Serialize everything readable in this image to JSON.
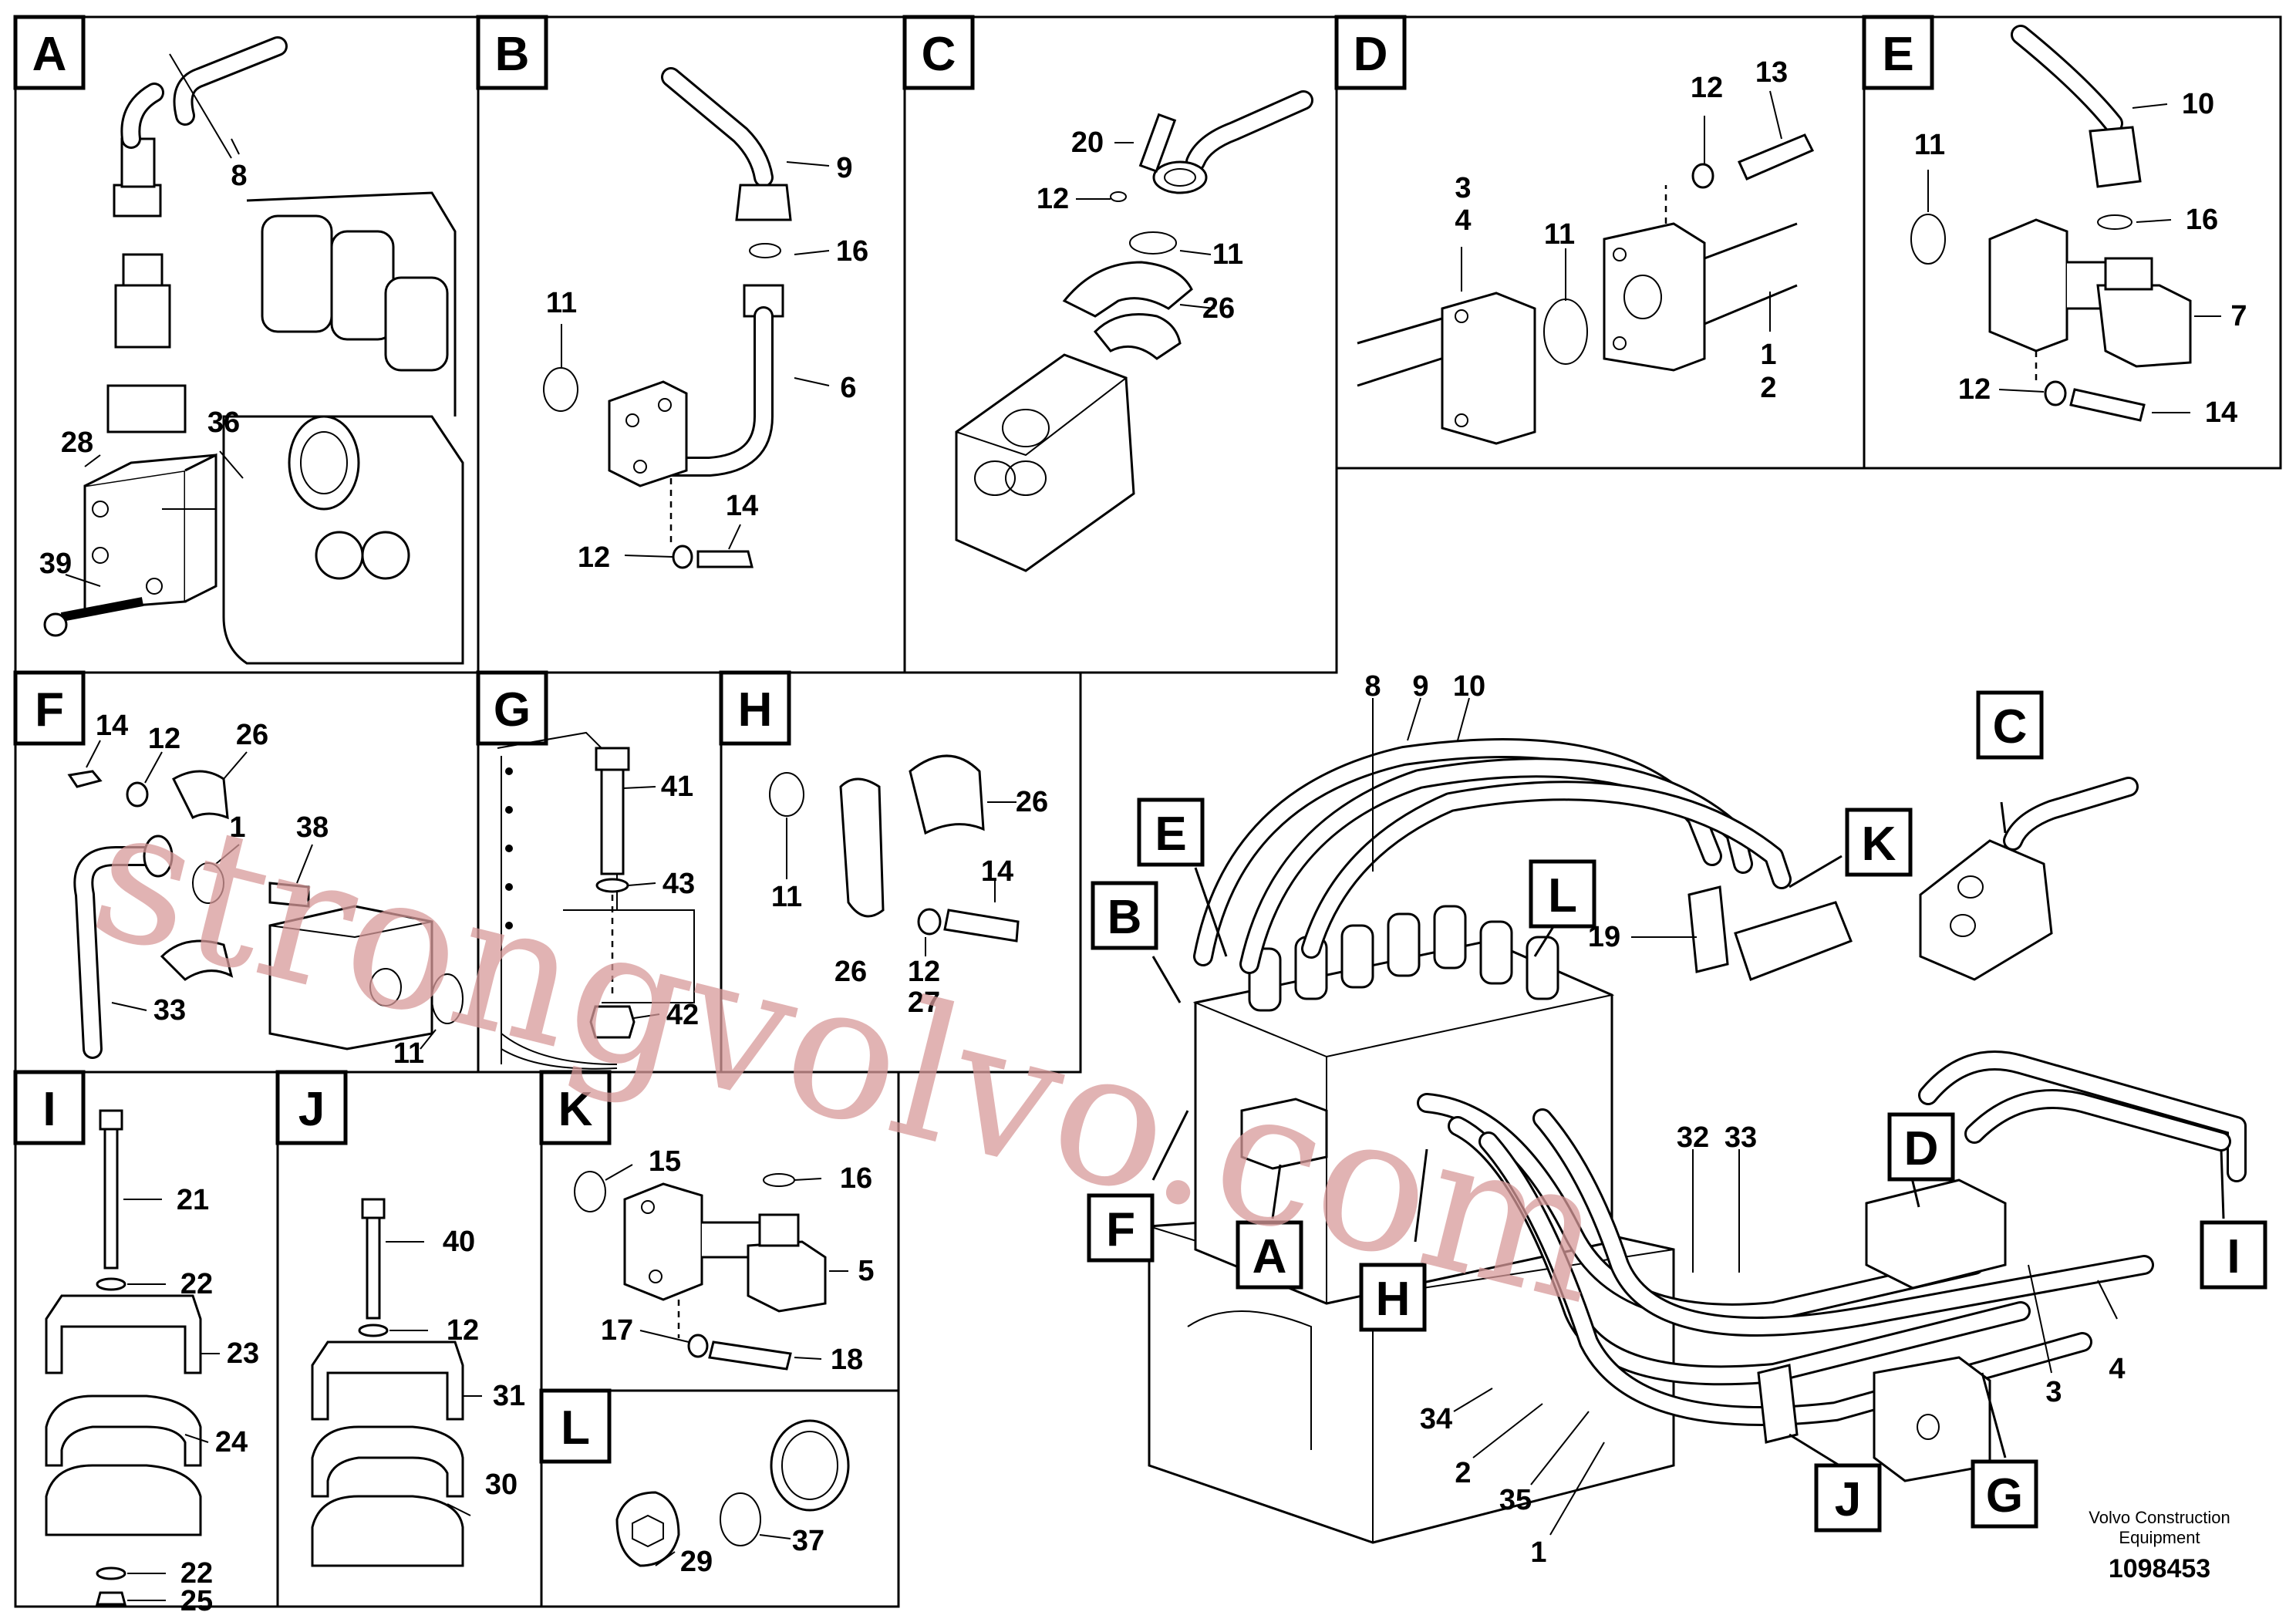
{
  "panels": [
    {
      "id": "A",
      "label": "A"
    },
    {
      "id": "B",
      "label": "B"
    },
    {
      "id": "C",
      "label": "C"
    },
    {
      "id": "D",
      "label": "D"
    },
    {
      "id": "E",
      "label": "E"
    },
    {
      "id": "F",
      "label": "F"
    },
    {
      "id": "G",
      "label": "G"
    },
    {
      "id": "H",
      "label": "H"
    },
    {
      "id": "I",
      "label": "I"
    },
    {
      "id": "J",
      "label": "J"
    },
    {
      "id": "K",
      "label": "K"
    },
    {
      "id": "L",
      "label": "L"
    }
  ],
  "callouts": {
    "A": [
      "8",
      "28",
      "36",
      "39"
    ],
    "B": [
      "9",
      "16",
      "11",
      "6",
      "14",
      "12"
    ],
    "C": [
      "20",
      "12",
      "11",
      "26"
    ],
    "D": [
      "12",
      "13",
      "3",
      "4",
      "11",
      "1",
      "2"
    ],
    "E": [
      "10",
      "11",
      "16",
      "7",
      "12",
      "14"
    ],
    "F": [
      "14",
      "12",
      "26",
      "1",
      "38",
      "33",
      "11"
    ],
    "G": [
      "41",
      "43",
      "42"
    ],
    "H": [
      "26",
      "11",
      "14",
      "26",
      "12",
      "27"
    ],
    "I": [
      "21",
      "22",
      "23",
      "24",
      "22",
      "25"
    ],
    "J": [
      "40",
      "12",
      "31",
      "30"
    ],
    "K": [
      "15",
      "16",
      "5",
      "17",
      "18"
    ],
    "L": [
      "37",
      "29"
    ],
    "main": [
      "8",
      "9",
      "10",
      "19",
      "32",
      "33",
      "3",
      "4",
      "34",
      "2",
      "35",
      "1"
    ]
  },
  "main_tags": [
    "C",
    "K",
    "L",
    "E",
    "B",
    "F",
    "A",
    "H",
    "D",
    "I",
    "J",
    "G"
  ],
  "watermark": "strongvolvo.com",
  "footer": {
    "brand": "Volvo Construction Equipment",
    "code": "1098453"
  }
}
